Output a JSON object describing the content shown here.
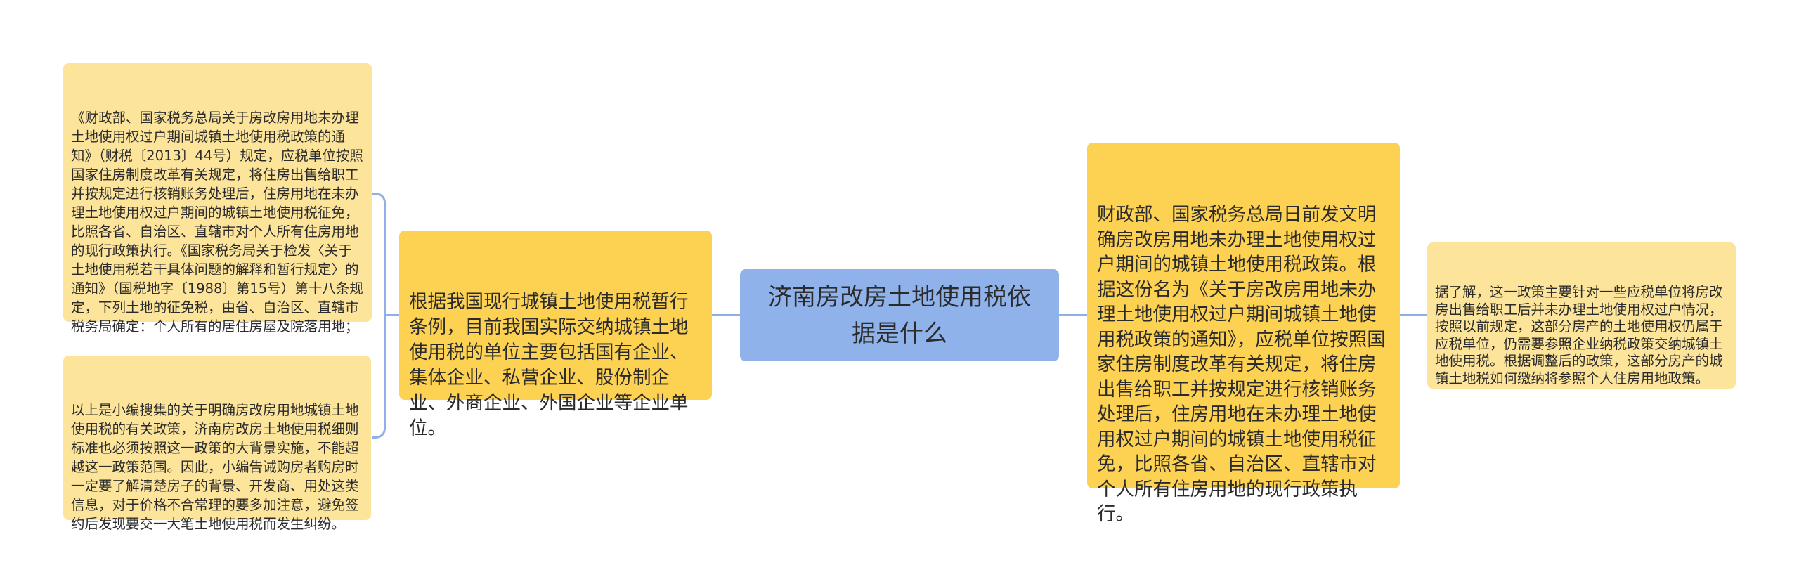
{
  "mindmap": {
    "root": {
      "label": "济南房改房土地使用税依据是什么",
      "color": "#8fb2ea"
    },
    "left_branch": {
      "label": "根据我国现行城镇土地使用税暂行条例，目前我国实际交纳城镇土地使用税的单位主要包括国有企业、集体企业、私营企业、股份制企业、外商企业、外国企业等企业单位。",
      "color": "#fdd152",
      "children": [
        {
          "label": "《财政部、国家税务总局关于房改房用地未办理土地使用权过户期间城镇土地使用税政策的通知》（财税〔2013〕44号）规定，应税单位按照国家住房制度改革有关规定，将住房出售给职工并按规定进行核销账务处理后，住房用地在未办理土地使用权过户期间的城镇土地使用税征免，比照各省、自治区、直辖市对个人所有住房用地的现行政策执行。《国家税务局关于检发〈关于土地使用税若干具体问题的解释和暂行规定〉的通知》（国税地字〔1988〕第15号）第十八条规定，下列土地的征免税，由省、自治区、直辖市税务局确定：个人所有的居住房屋及院落用地；",
          "color": "#fde49b"
        },
        {
          "label": "以上是小编搜集的关于明确房改房用地城镇土地使用税的有关政策，济南房改房土地使用税细则标准也必须按照这一政策的大背景实施，不能超越这一政策范围。因此，小编告诫购房者购房时一定要了解清楚房子的背景、开发商、用处这类信息，对于价格不合常理的要多加注意，避免签约后发现要交一大笔土地使用税而发生纠纷。",
          "color": "#fde49b"
        }
      ]
    },
    "right_branch": {
      "label": "财政部、国家税务总局日前发文明确房改房用地未办理土地使用权过户期间的城镇土地使用税政策。根据这份名为《关于房改房用地未办理土地使用权过户期间城镇土地使用税政策的通知》，应税单位按照国家住房制度改革有关规定，将住房出售给职工并按规定进行核销账务处理后，住房用地在未办理土地使用权过户期间的城镇土地使用税征免，比照各省、自治区、直辖市对个人所有住房用地的现行政策执行。",
      "color": "#fdd152",
      "children": [
        {
          "label": "据了解，这一政策主要针对一些应税单位将房改房出售给职工后并未办理土地使用权过户情况，按照以前规定，这部分房产的土地使用权仍属于应税单位，仍需要参照企业纳税政策交纳城镇土地使用税。根据调整后的政策，这部分房产的城镇土地税如何缴纳将参照个人住房用地政策。",
          "color": "#fde49b"
        }
      ]
    },
    "connector_color": "#8fb0e6"
  }
}
